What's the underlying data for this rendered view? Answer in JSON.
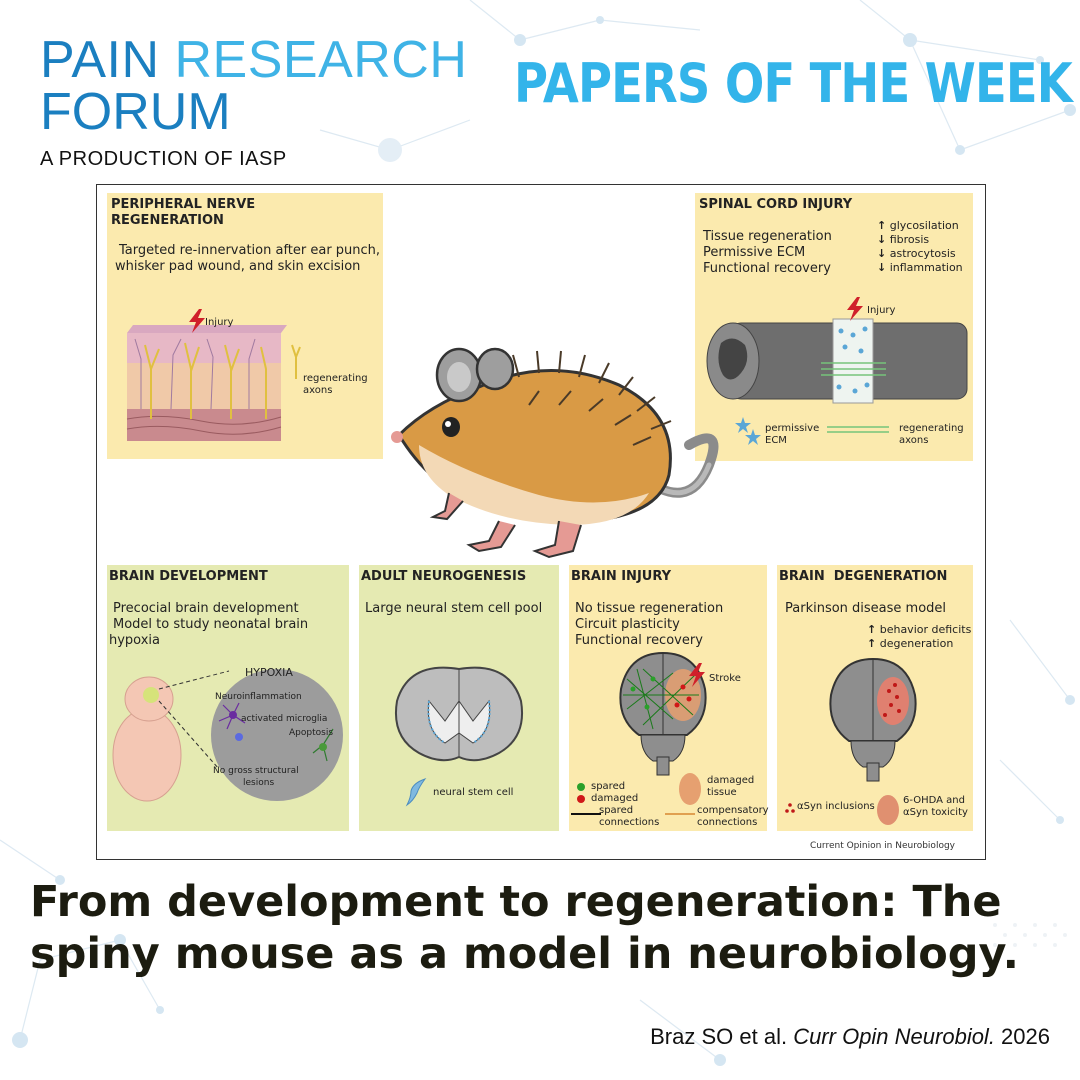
{
  "brand": {
    "line1_a": "PAIN ",
    "line1_b": "RESEARCH",
    "line2": "FORUM",
    "tagline": "A PRODUCTION OF IASP"
  },
  "series_title": "PAPERS OF THE WEEK",
  "figure": {
    "credit": "Current Opinion in Neurobiology",
    "peripheral": {
      "title_1": "PERIPHERAL NERVE",
      "title_2": "REGENERATION",
      "text_1": "Targeted re-innervation after ear punch,",
      "text_2": "whisker pad wound, and skin excision",
      "injury": "Injury",
      "regen_1": "regenerating",
      "regen_2": "axons"
    },
    "spinal": {
      "title": "SPINAL CORD INJURY",
      "text_1": "Tissue regeneration",
      "text_2": "Permissive ECM",
      "text_3": "Functional recovery",
      "up_1": "glycosilation",
      "down_1": "fibrosis",
      "down_2": "astrocytosis",
      "down_3": "inflammation",
      "injury": "Injury",
      "ecm_1": "permissive",
      "ecm_2": "ECM",
      "regen_1": "regenerating",
      "regen_2": "axons"
    },
    "brain_dev": {
      "title": "BRAIN DEVELOPMENT",
      "text_1": "Precocial brain development",
      "text_2": "Model to study neonatal brain",
      "text_3": "hypoxia",
      "hypoxia": "HYPOXIA",
      "neuroinflammation": "Neuroinflammation",
      "microglia": "activated microglia",
      "apoptosis": "Apoptosis",
      "lesions_1": "No gross structural",
      "lesions_2": "lesions"
    },
    "neurogenesis": {
      "title": "ADULT NEUROGENESIS",
      "text_1": "Large neural stem cell pool",
      "nsc": "neural stem cell"
    },
    "brain_injury": {
      "title": "BRAIN INJURY",
      "text_1": "No tissue regeneration",
      "text_2": "Circuit plasticity",
      "text_3": "Functional recovery",
      "stroke": "Stroke",
      "spared": "spared",
      "damaged": "damaged",
      "damaged_tissue_1": "damaged",
      "damaged_tissue_2": "tissue",
      "spared_conn_1": "spared",
      "spared_conn_2": "connections",
      "comp_conn_1": "compensatory",
      "comp_conn_2": "connections"
    },
    "degeneration": {
      "title": "BRAIN  DEGENERATION",
      "text_1": "Parkinson disease model",
      "up_1": "behavior deficits",
      "up_2": "degeneration",
      "inclusions": "αSyn inclusions",
      "ohda_1": "6-OHDA and",
      "ohda_2": "αSyn toxicity"
    }
  },
  "title_line1": "From development to regeneration: The",
  "title_line2": "spiny mouse as a model in neurobiology.",
  "citation": {
    "authors": "Braz SO et al. ",
    "journal": "Curr Opin Neurobiol.",
    "year": " 2026"
  },
  "colors": {
    "brand_dark": "#1b7fc0",
    "brand_light": "#3fb3e6",
    "panel_yellow": "#fbeaae",
    "panel_green": "#e5eab2"
  }
}
